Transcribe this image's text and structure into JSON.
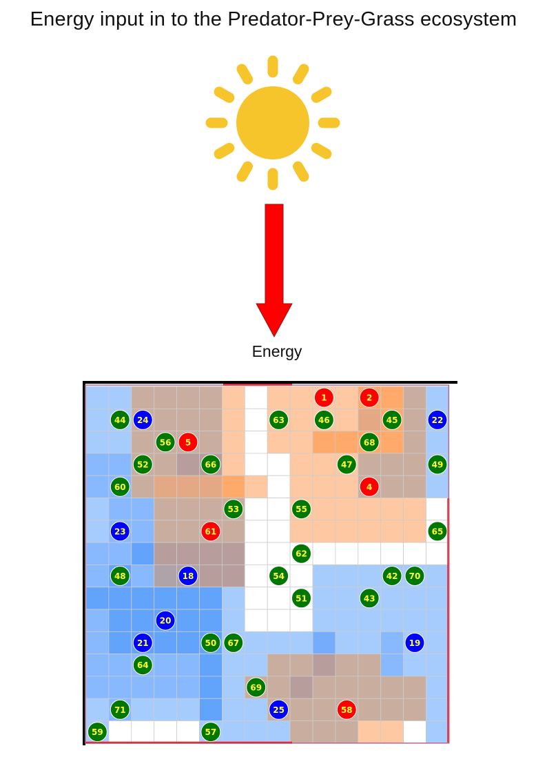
{
  "title": "Energy input in to the Predator-Prey-Grass ecosystem",
  "arrow_label": "Energy",
  "icons": {
    "sun": "sun-icon",
    "arrow": "arrow-down-icon"
  },
  "colors": {
    "sun": "#f6c42b",
    "arrow": "#ff0000",
    "predator": "#ff0000",
    "prey": "#0000ff",
    "grass": "#007700",
    "agent_label": "#ffff33",
    "grid_line": "#cccccc",
    "cell_palette": {
      "w": "#ffffff",
      "p": "#fec9a2",
      "o": "#ffa96b",
      "m": "#e4a884",
      "b": "#c9ae9f",
      "g": "#b89d9d",
      "v": "#aea3a9",
      "l": "#a6ccfd",
      "s": "#88b8fd",
      "c": "#75acfc",
      "d": "#62a3fc"
    }
  },
  "grid": {
    "size": 16,
    "cells": [
      "llbbbbpwppppoobl",
      "llbbbbpwppppmobl",
      "llbbbbpwppoooobl",
      "ssbbggpwwpppbbbl",
      "ssbmmmopwpppbbbl",
      "lssbbbbwwppppppw",
      "lssbbbbwwppppppw",
      "ssdggggwwwwwwwww",
      "sdsvvggwwwllllll",
      "ddddddlwwwllllll",
      "sdddddlwwwllllll",
      "sdddddllllcllsll",
      "sssssdllbbgbbsll",
      "sssssdlbbgbbbbbl",
      "lsllldllbbbbbbbl",
      "lwwwwllllbbbppwl"
    ]
  },
  "agents": [
    {
      "id": "1",
      "kind": "predator",
      "col": 10,
      "row": 0
    },
    {
      "id": "2",
      "kind": "predator",
      "col": 12,
      "row": 0
    },
    {
      "id": "44",
      "kind": "grass",
      "col": 1,
      "row": 1
    },
    {
      "id": "24",
      "kind": "prey",
      "col": 2,
      "row": 1
    },
    {
      "id": "63",
      "kind": "grass",
      "col": 8,
      "row": 1
    },
    {
      "id": "46",
      "kind": "grass",
      "col": 10,
      "row": 1
    },
    {
      "id": "45",
      "kind": "grass",
      "col": 13,
      "row": 1
    },
    {
      "id": "22",
      "kind": "prey",
      "col": 15,
      "row": 1
    },
    {
      "id": "56",
      "kind": "grass",
      "col": 3,
      "row": 2
    },
    {
      "id": "5",
      "kind": "predator",
      "col": 4,
      "row": 2
    },
    {
      "id": "68",
      "kind": "grass",
      "col": 12,
      "row": 2
    },
    {
      "id": "52",
      "kind": "grass",
      "col": 2,
      "row": 3
    },
    {
      "id": "66",
      "kind": "grass",
      "col": 5,
      "row": 3
    },
    {
      "id": "47",
      "kind": "grass",
      "col": 11,
      "row": 3
    },
    {
      "id": "49",
      "kind": "grass",
      "col": 15,
      "row": 3
    },
    {
      "id": "60",
      "kind": "grass",
      "col": 1,
      "row": 4
    },
    {
      "id": "4",
      "kind": "predator",
      "col": 12,
      "row": 4
    },
    {
      "id": "53",
      "kind": "grass",
      "col": 6,
      "row": 5
    },
    {
      "id": "55",
      "kind": "grass",
      "col": 9,
      "row": 5
    },
    {
      "id": "23",
      "kind": "prey",
      "col": 1,
      "row": 6
    },
    {
      "id": "61",
      "kind": "predator",
      "col": 5,
      "row": 6
    },
    {
      "id": "65",
      "kind": "grass",
      "col": 15,
      "row": 6
    },
    {
      "id": "62",
      "kind": "grass",
      "col": 9,
      "row": 7
    },
    {
      "id": "48",
      "kind": "grass",
      "col": 1,
      "row": 8
    },
    {
      "id": "18",
      "kind": "prey",
      "col": 4,
      "row": 8
    },
    {
      "id": "54",
      "kind": "grass",
      "col": 8,
      "row": 8
    },
    {
      "id": "42",
      "kind": "grass",
      "col": 13,
      "row": 8
    },
    {
      "id": "70",
      "kind": "grass",
      "col": 14,
      "row": 8
    },
    {
      "id": "51",
      "kind": "grass",
      "col": 9,
      "row": 9
    },
    {
      "id": "43",
      "kind": "grass",
      "col": 12,
      "row": 9
    },
    {
      "id": "20",
      "kind": "prey",
      "col": 3,
      "row": 10
    },
    {
      "id": "21",
      "kind": "prey",
      "col": 2,
      "row": 11
    },
    {
      "id": "50",
      "kind": "grass",
      "col": 5,
      "row": 11
    },
    {
      "id": "67",
      "kind": "grass",
      "col": 6,
      "row": 11
    },
    {
      "id": "19",
      "kind": "prey",
      "col": 14,
      "row": 11
    },
    {
      "id": "64",
      "kind": "grass",
      "col": 2,
      "row": 12
    },
    {
      "id": "69",
      "kind": "grass",
      "col": 7,
      "row": 13
    },
    {
      "id": "71",
      "kind": "grass",
      "col": 1,
      "row": 14
    },
    {
      "id": "25",
      "kind": "prey",
      "col": 8,
      "row": 14
    },
    {
      "id": "58",
      "kind": "predator",
      "col": 11,
      "row": 14
    },
    {
      "id": "59",
      "kind": "grass",
      "col": 0,
      "row": 15
    },
    {
      "id": "57",
      "kind": "grass",
      "col": 5,
      "row": 15
    }
  ]
}
